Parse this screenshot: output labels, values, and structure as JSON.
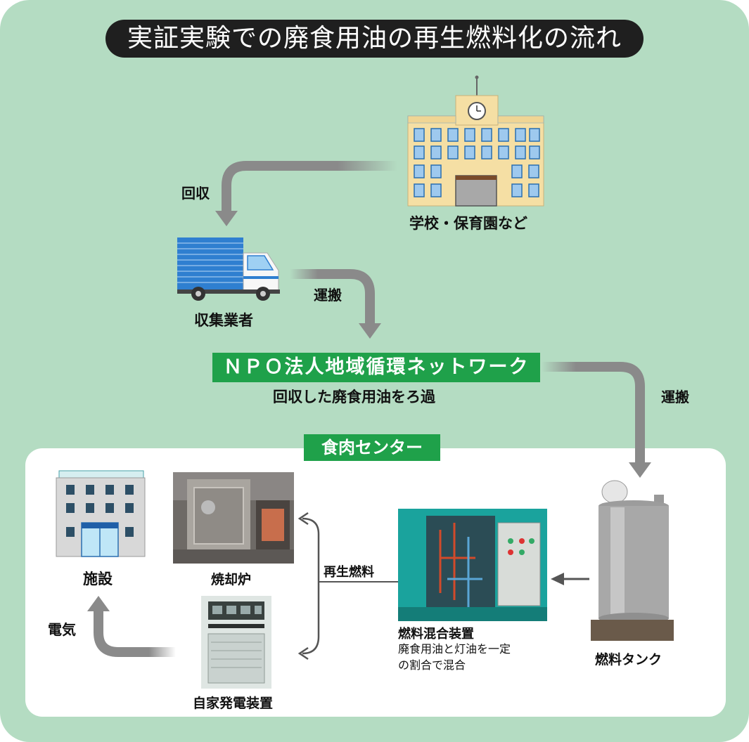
{
  "title": "実証実験での廃食用油の再生燃料化の流れ",
  "nodes": {
    "school": "学校・保育園など",
    "collector": "収集業者",
    "npo": "ＮＰＯ法人地域循環ネットワーク",
    "npo_desc": "回収した廃食用油をろ過",
    "center": "食肉センター",
    "facility": "施設",
    "incinerator": "焼却炉",
    "generator": "自家発電装置",
    "mixer": "燃料混合装置",
    "mixer_desc_1": "廃食用油と灯油を一定",
    "mixer_desc_2": "の割合で混合",
    "tank": "燃料タンク"
  },
  "edges": {
    "collect": "回収",
    "transport1": "運搬",
    "transport2": "運搬",
    "recycled_fuel": "再生燃料",
    "electricity": "電気"
  }
}
